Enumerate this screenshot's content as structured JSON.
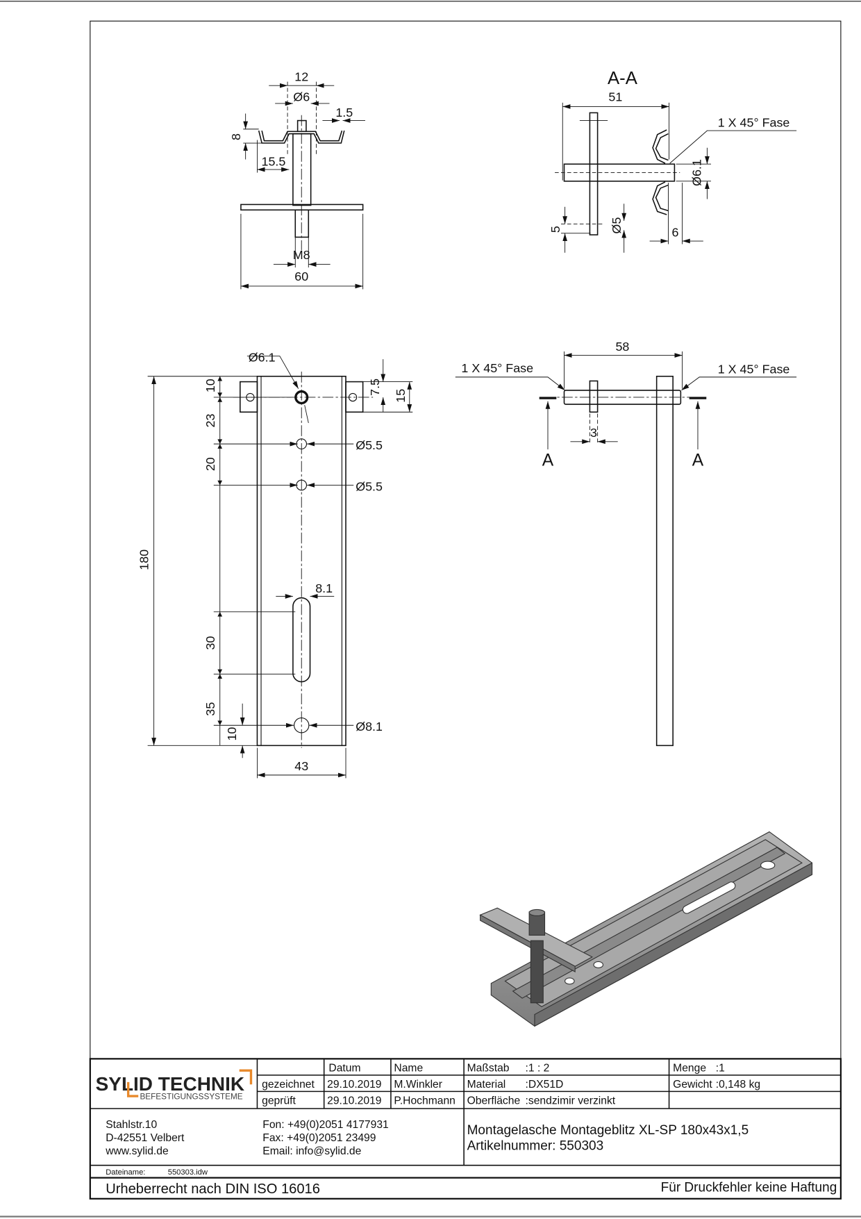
{
  "views": {
    "top_left": {
      "dim_width": "12",
      "dim_stud_dia": "Ø6",
      "dim_sheet": "1.5",
      "dim_height": "8",
      "dim_offset": "15.5",
      "dim_thread": "M8",
      "dim_plate": "60"
    },
    "section_aa": {
      "title": "A-A",
      "dim_length": "51",
      "chamfer": "1 X 45° Fase",
      "dim_hole": "Ø6.1",
      "dim_5": "5",
      "dim_dia5": "Ø5",
      "dim_6": "6"
    },
    "front": {
      "dim_total": "180",
      "dim_10a": "10",
      "dim_23": "23",
      "dim_20": "20",
      "dim_30": "30",
      "dim_35": "35",
      "dim_10b": "10",
      "hole_top": "Ø6.1",
      "hole_2": "Ø5.5",
      "hole_3": "Ø5.5",
      "slot": "8.1",
      "hole_bottom": "Ø8.1",
      "dim_width": "43",
      "dim_7_5": "7.5",
      "dim_15": "15"
    },
    "side": {
      "dim_58": "58",
      "chamfer_left": "1 X 45° Fase",
      "chamfer_right": "1 X 45° Fase",
      "dim_3": "3",
      "section_left": "A",
      "section_right": "A"
    }
  },
  "title_block": {
    "logo": {
      "name": "SYLID TECHNIK",
      "tagline": "BEFESTIGUNGSSYSTEME",
      "accent": "#e8892b"
    },
    "header": {
      "datum": "Datum",
      "name": "Name"
    },
    "rows": [
      {
        "label": "gezeichnet",
        "date": "29.10.2019",
        "name": "M.Winkler"
      },
      {
        "label": "geprüft",
        "date": "29.10.2019",
        "name": "P.Hochmann"
      }
    ],
    "massstab": {
      "label": "Maßstab",
      "value": ":1 : 2"
    },
    "material": {
      "label": "Material",
      "value": ":DX51D"
    },
    "oberflaeche": {
      "label": "Oberfläche",
      "value": ":sendzimir verzinkt"
    },
    "menge": {
      "label": "Menge",
      "value": ":1"
    },
    "gewicht": {
      "label": "Gewicht",
      "value": ":0,148 kg"
    },
    "address": [
      "Stahlstr.10",
      "D-42551 Velbert",
      "www.sylid.de"
    ],
    "contact": [
      "Fon: +49(0)2051 4177931",
      "Fax: +49(0)2051 23499",
      "Email: info@sylid.de"
    ],
    "product": "Montagelasche Montageblitz XL-SP 180x43x1,5",
    "article": "Artikelnummer: 550303",
    "filename_label": "Dateiname:",
    "filename": "550303.idw",
    "copyright": "Urheberrecht nach DIN ISO 16016",
    "disclaimer": "Für Druckfehler keine Haftung"
  }
}
